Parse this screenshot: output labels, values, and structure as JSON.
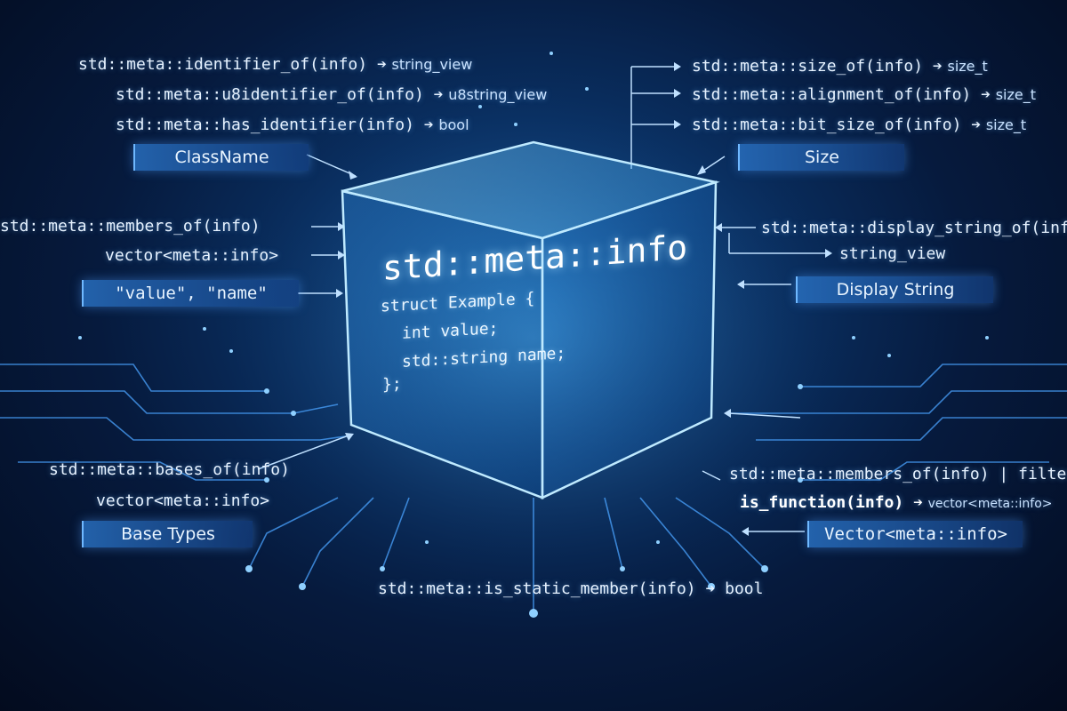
{
  "center": {
    "title": "std::meta::info",
    "code": [
      "struct Example {",
      "int value;",
      "std::string name;",
      "};"
    ]
  },
  "left": {
    "identifier_of": "std::meta::identifier_of(info) ➔",
    "identifier_of_ret": "string_view",
    "u8identifier_of": "std::meta::u8identifier_of(info) ➔",
    "u8identifier_of_ret": "u8string_view",
    "has_identifier": "std::meta::has_identifier(info) ➔",
    "has_identifier_ret": "bool",
    "classname_box": "ClassName",
    "members_of": "std::meta::members_of(info)",
    "members_of_ret": "vector<meta::info>",
    "members_box": "\"value\", \"name\"",
    "bases_of": "std::meta::bases_of(info)",
    "bases_of_ret": "vector<meta::info>",
    "bases_box": "Base Types"
  },
  "right": {
    "size_of": "std::meta::size_of(info) ➔",
    "size_of_ret": "size_t",
    "alignment_of": "std::meta::alignment_of(info) ➔",
    "alignment_of_ret": "size_t",
    "bit_size_of": "std::meta::bit_size_of(info) ➔",
    "bit_size_of_ret": "size_t",
    "size_box": "Size",
    "display_string_of": "std::meta::display_string_of(info)",
    "display_string_ret": "string_view",
    "display_box": "Display String",
    "members_filter": "std::meta::members_of(info) | filter",
    "is_function": "is_function(info) ➔",
    "is_function_ret": "vector<meta::info>",
    "vector_box": "Vector<meta::info>"
  },
  "bottom": {
    "is_static_member": "std::meta::is_static_member(info) ➔ bool"
  },
  "colors": {
    "background": "#061a3d",
    "accent": "#6fb8ff",
    "line": "#4aa3ff"
  }
}
